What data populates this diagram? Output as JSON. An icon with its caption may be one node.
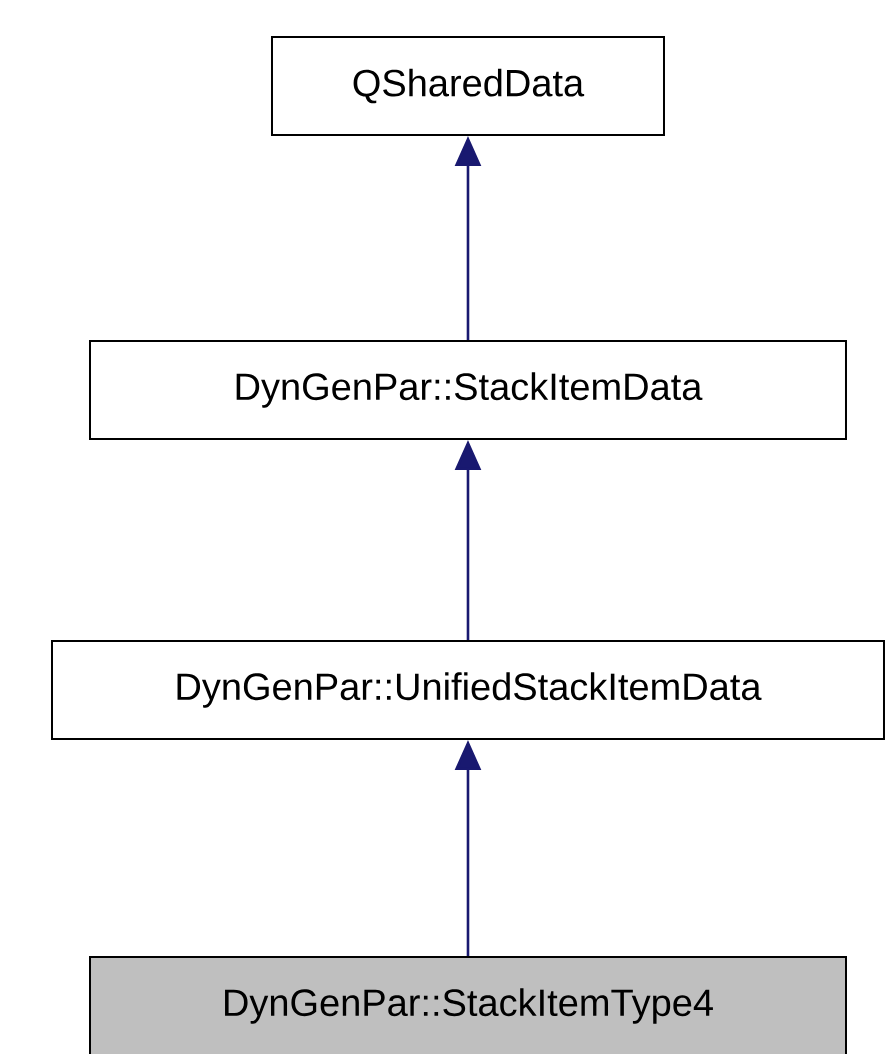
{
  "diagram": {
    "nodes": [
      {
        "text": [
          "QSharedData"
        ]
      },
      {
        "text": [
          "DynGenPar::StackItemData"
        ]
      },
      {
        "text": [
          "DynGenPar::UnifiedStackItemData"
        ]
      },
      {
        "text": [
          "DynGenPar::StackItemType4"
        ]
      }
    ],
    "edges": [
      {
        "from": 1,
        "to": 0,
        "arrow": "to"
      },
      {
        "from": 2,
        "to": 1,
        "arrow": "to"
      },
      {
        "from": 3,
        "to": 2,
        "arrow": "to"
      }
    ]
  }
}
